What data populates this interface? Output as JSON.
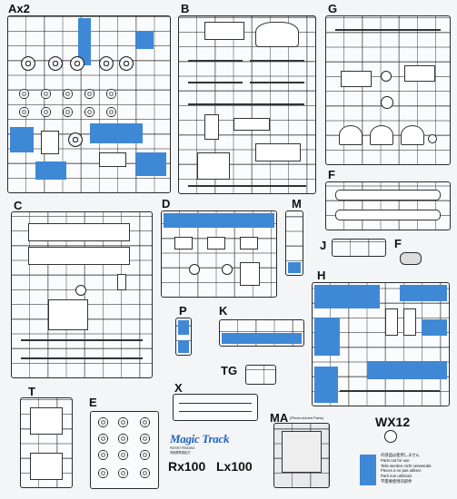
{
  "labels": {
    "a": "Ax2",
    "b": "B",
    "g": "G",
    "f": "F",
    "c": "C",
    "d": "D",
    "m": "M",
    "j": "J",
    "f2": "F",
    "h": "H",
    "p": "P",
    "k": "K",
    "tg": "TG",
    "t": "T",
    "x": "X",
    "e": "E",
    "ma": "MA",
    "ma_note": "(Photo-etched Parts)",
    "rx": "Rx100",
    "lx": "Lx100",
    "wx": "WX12"
  },
  "logo": {
    "name": "Magic Track",
    "sub1": "PATENT PENDING",
    "sub2": "専用履帯連結式"
  },
  "notice_lines": [
    "の部品は使用しません",
    "Parts not for use.",
    "Teile werden nicht verwendet.",
    "Pieces a ne pas utiliser.",
    "Parti non utilizzati.",
    "不需要使用的部件"
  ],
  "colors": {
    "blue": "#3f88d6",
    "ink": "#222222",
    "paper": "#f4f5f7"
  }
}
